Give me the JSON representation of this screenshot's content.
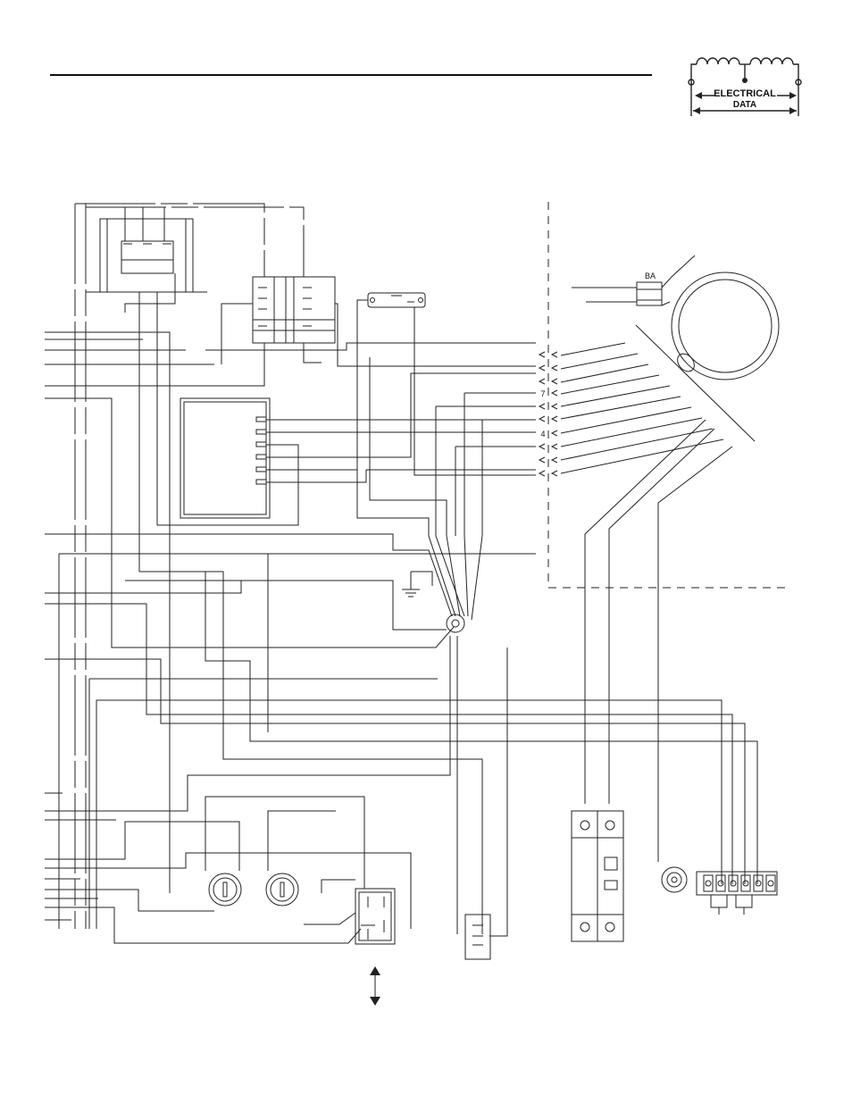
{
  "badge": {
    "line1": "ELECTRICAL",
    "line2": "DATA"
  },
  "labels": {
    "brush_assembly": "BA",
    "terminal_7": "7",
    "terminal_4": "4"
  }
}
